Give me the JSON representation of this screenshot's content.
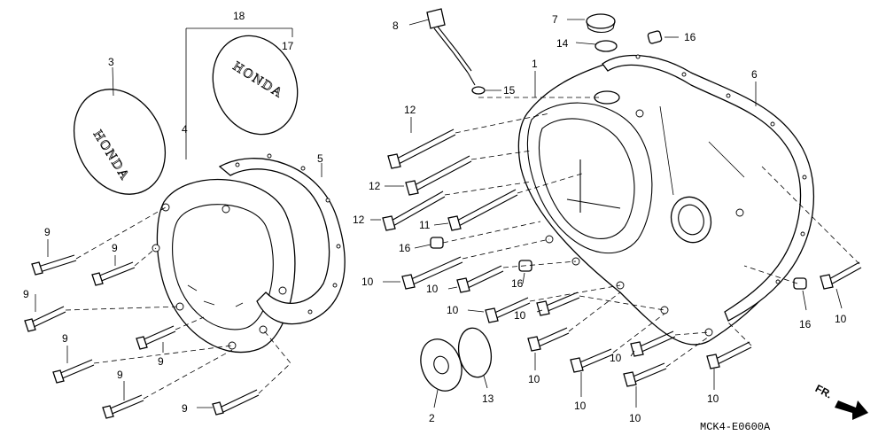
{
  "labels": {
    "l1": "1",
    "l2": "2",
    "l3": "3",
    "l4": "4",
    "l5": "5",
    "l6": "6",
    "l7": "7",
    "l8": "8",
    "l9": "9",
    "l10": "10",
    "l11": "11",
    "l12": "12",
    "l13": "13",
    "l14": "14",
    "l15": "15",
    "l16": "16",
    "l17": "17",
    "l18": "18"
  },
  "logo_text": "HONDA",
  "direction_label": "FR.",
  "diagram_code": "MCK4-E0600A"
}
